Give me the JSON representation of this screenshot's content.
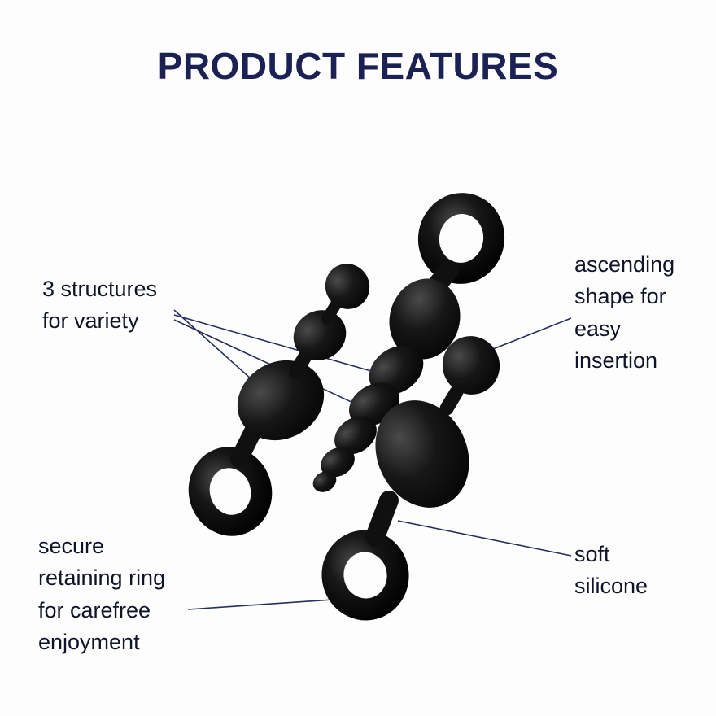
{
  "title": "PRODUCT FEATURES",
  "annotations": {
    "structures": "3 structures for variety",
    "retaining_ring": "secure retaining ring for carefree enjoyment",
    "ascending_shape": "ascending shape for easy insertion",
    "soft_silicone": "soft silicone"
  },
  "illustration": {
    "products": [
      "beaded-plug",
      "twisted-plug",
      "bulb-plug"
    ],
    "material_color": "#0a0a0a"
  },
  "colors": {
    "title_color": "#1b2153",
    "annotation_text": "#111428",
    "connector_line": "#26305c",
    "background": "#fdfdfd"
  }
}
